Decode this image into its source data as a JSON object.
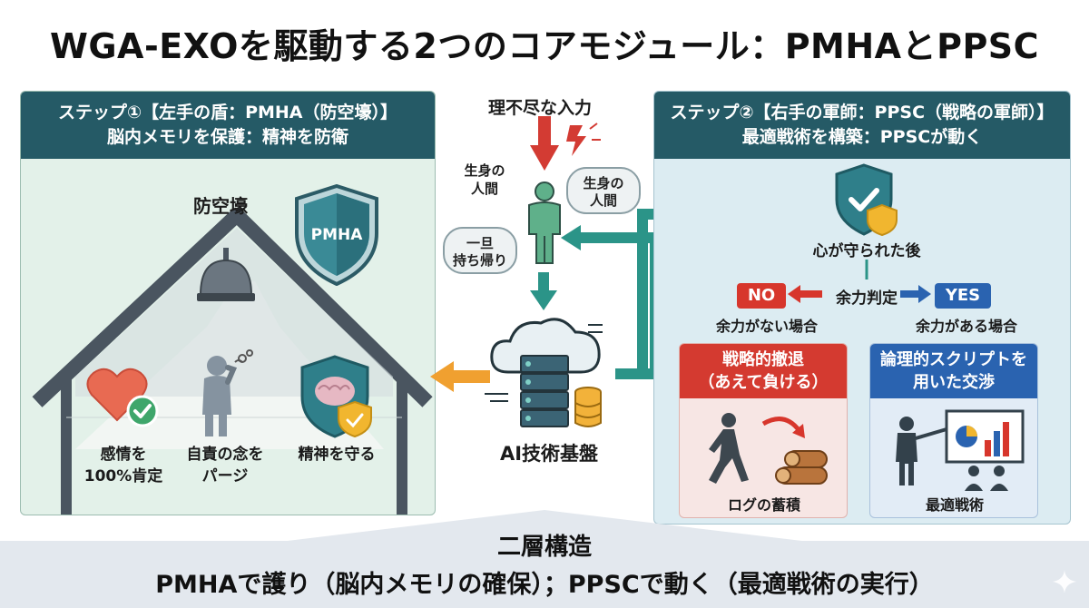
{
  "title": "WGA-EXOを駆動する2つのコアモジュール：PMHAとPPSC",
  "left_panel": {
    "header_line1": "ステップ①【左手の盾：PMHA（防空壕）】",
    "header_line2": "脳内メモリを保護：精神を防衛",
    "shelter_label": "防空壕",
    "shield_text": "PMHA",
    "items": [
      {
        "line1": "感情を",
        "line2": "100%肯定"
      },
      {
        "line1": "自責の念を",
        "line2": "パージ"
      },
      {
        "line1": "精神を守る",
        "line2": ""
      }
    ]
  },
  "center": {
    "input_label": "理不尽な入力",
    "human_label_line1": "生身の",
    "human_label_line2": "人間",
    "bubble_human_line1": "生身の",
    "bubble_human_line2": "人間",
    "bubble_takehome_line1": "一旦",
    "bubble_takehome_line2": "持ち帰り",
    "ai_label": "AI技術基盤"
  },
  "right_panel": {
    "header_line1": "ステップ②【右手の軍師：PPSC（戦略の軍師）】",
    "header_line2": "最適戦術を構築：PPSCが動く",
    "protected_label": "心が守られた後",
    "judge_label": "余力判定",
    "no_badge": "NO",
    "yes_badge": "YES",
    "no_caption": "余力がない場合",
    "yes_caption": "余力がある場合",
    "card_red": {
      "title_line1": "戦略的撤退",
      "title_line2": "（あえて負ける）",
      "caption": "ログの蓄積"
    },
    "card_blue": {
      "title_line1": "論理的スクリプトを",
      "title_line2": "用いた交渉",
      "caption": "最適戦術"
    }
  },
  "footer": {
    "heading": "二層構造",
    "summary": "PMHAで護り（脳内メモリの確保）；PPSCで動く（最適戦術の実行）"
  },
  "colors": {
    "header_teal": "#255a66",
    "left_bg": "#e3f1e9",
    "right_bg": "#dcecf2",
    "arrow_teal": "#2b9488",
    "arrow_red": "#d33b33",
    "arrow_orange": "#f0a030",
    "no_red": "#d7362c",
    "yes_blue": "#2a63b0"
  },
  "icons": [
    "lightning-icon",
    "person-icon",
    "cloud-server-icon",
    "database-icon",
    "house-icon",
    "shield-icon",
    "lamp-icon",
    "heart-check-icon",
    "sighing-person-icon",
    "brain-shield-icon",
    "walking-person-icon",
    "logs-icon",
    "presentation-icon",
    "audience-icon"
  ]
}
